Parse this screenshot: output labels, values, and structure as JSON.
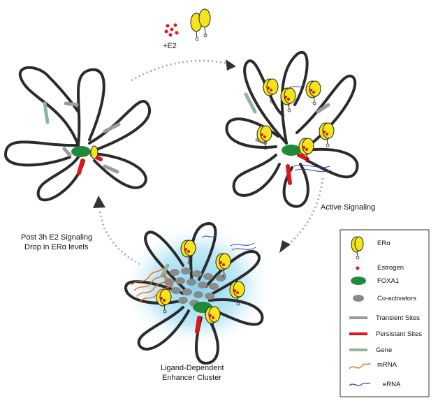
{
  "stimulus_label": "+E2",
  "active_signaling_label": "Active Signaling",
  "post_signaling_label": [
    "Post 3h E2 Signaling",
    "Drop in ERα levels"
  ],
  "cluster_label": [
    "Ligand-Dependent",
    "Enhancer Cluster"
  ],
  "legend": {
    "items": [
      {
        "key": "era",
        "label": "ERα"
      },
      {
        "key": "estrogen",
        "label": "Estrogen"
      },
      {
        "key": "foxa1",
        "label": "FOXA1"
      },
      {
        "key": "coactivators",
        "label": "Co-activators"
      },
      {
        "key": "transient",
        "label": "Transient Sites"
      },
      {
        "key": "persistent",
        "label": "Persistant Sites"
      },
      {
        "key": "gene",
        "label": "Gene"
      },
      {
        "key": "mrna",
        "label": "mRNA"
      },
      {
        "key": "erna",
        "label": "eRNA"
      }
    ]
  },
  "colors": {
    "chromatin": "#2b2b2b",
    "transient": "#9a9a9a",
    "persistent": "#e0141b",
    "gene": "#8fb39d",
    "foxa1": "#1f8a3a",
    "era": "#f2e51c",
    "estrogen": "#e0141b",
    "coactivator": "#8a8a8a",
    "mrna": "#f26a1b",
    "erna": "#3a3aa8",
    "cluster_glow": "#7fd0ee",
    "arrow": "#b7a8ad"
  }
}
